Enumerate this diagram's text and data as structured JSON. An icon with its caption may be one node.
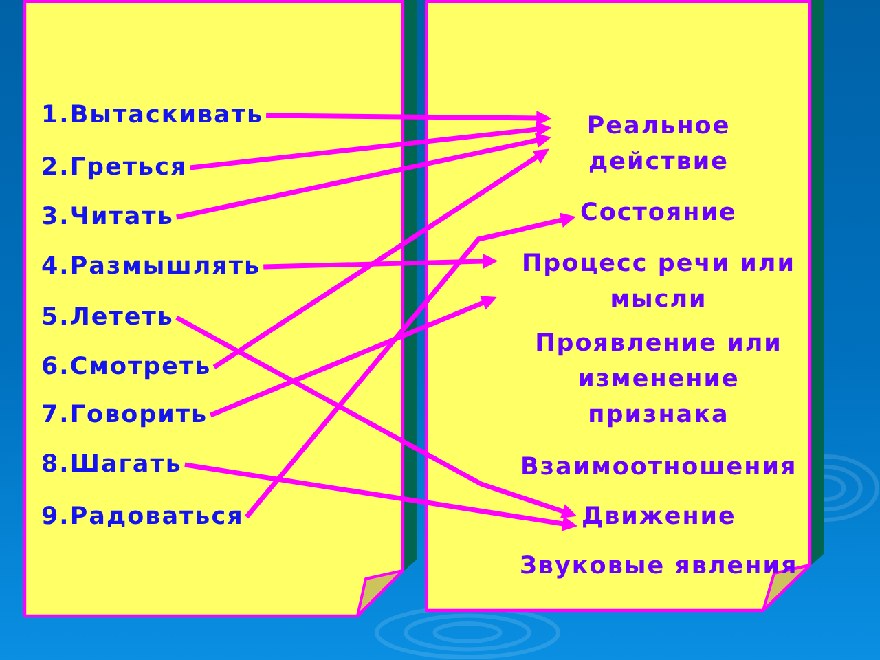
{
  "diagram": {
    "nodes": [
      {
        "text": [],
        "shape": "box"
      },
      {
        "text": [
          "1.Вытаскивать"
        ],
        "in": 0
      },
      {
        "text": [
          "2.Греться"
        ],
        "in": 0
      },
      {
        "text": [
          "3.Читать"
        ],
        "in": 0
      },
      {
        "text": [
          "4.Размышлять"
        ],
        "in": 0
      },
      {
        "text": [
          "5.Лететь"
        ],
        "in": 0
      },
      {
        "text": [
          "6.Смотреть"
        ],
        "in": 0
      },
      {
        "text": [
          "7.Говорить"
        ],
        "in": 0
      },
      {
        "text": [
          "8.Шагать"
        ],
        "in": 0
      },
      {
        "text": [
          "9.Радоваться"
        ],
        "in": 0
      },
      {
        "text": [],
        "shape": "box"
      },
      {
        "text": [
          "Реальное действие"
        ],
        "in": 10
      },
      {
        "text": [
          "Состояние"
        ],
        "in": 10
      },
      {
        "text": [
          "Процесс речи или мысли"
        ],
        "in": 10
      },
      {
        "text": [
          "Проявление или изменение признака"
        ],
        "in": 10
      },
      {
        "text": [
          "Взаимоотношения"
        ],
        "in": 10
      },
      {
        "text": [
          "Движение"
        ],
        "in": 10
      },
      {
        "text": [
          "Звуковые явления"
        ],
        "in": 10
      }
    ],
    "edges": [
      {
        "from": 1,
        "to": 11,
        "arrow": "to"
      },
      {
        "from": 2,
        "to": 11,
        "arrow": "to"
      },
      {
        "from": 3,
        "to": 11,
        "arrow": "to"
      },
      {
        "from": 4,
        "to": 13,
        "arrow": "to"
      },
      {
        "from": 5,
        "to": 16,
        "arrow": "to"
      },
      {
        "from": 6,
        "to": 11,
        "arrow": "to"
      },
      {
        "from": 7,
        "to": 13,
        "arrow": "to"
      },
      {
        "from": 8,
        "to": 16,
        "arrow": "to"
      },
      {
        "from": 9,
        "to": 12,
        "arrow": "to"
      }
    ]
  }
}
